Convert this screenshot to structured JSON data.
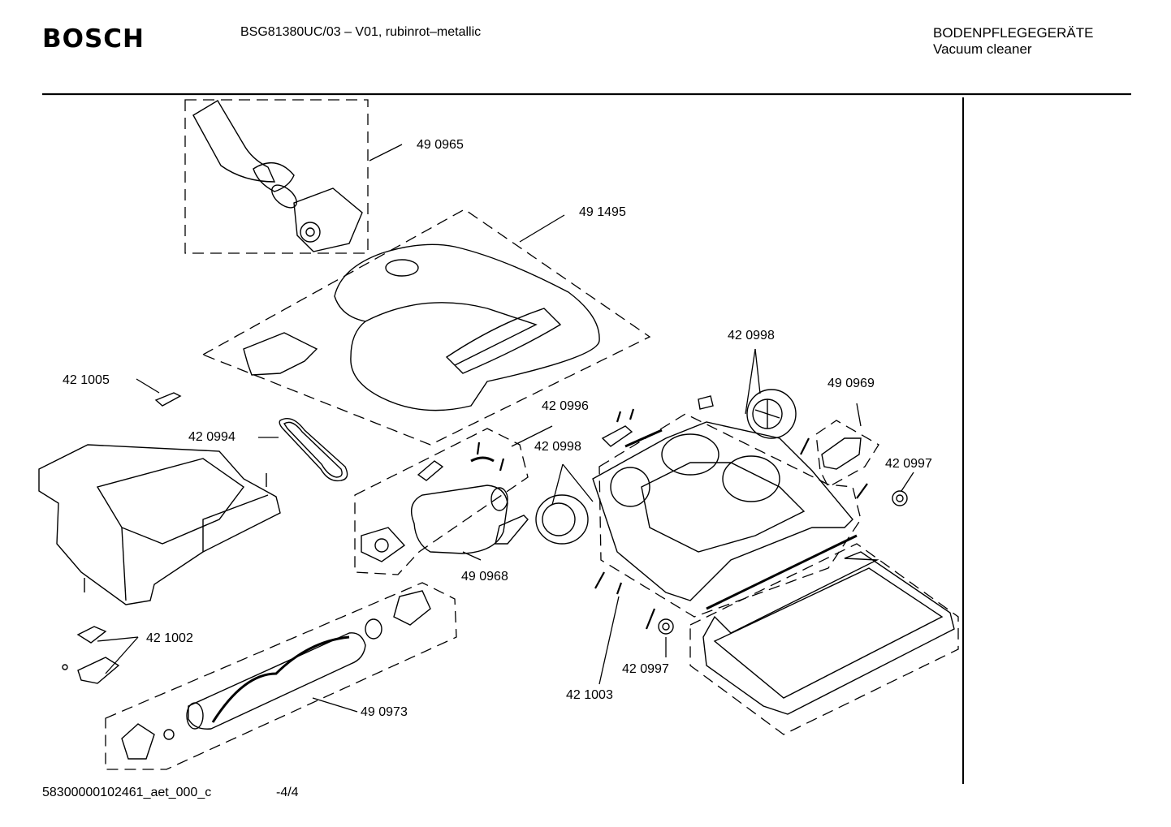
{
  "header": {
    "brand": "BOSCH",
    "model": "BSG81380UC/03 – V01, rubinrot–metallic",
    "category_de": "BODENPFLEGEGERÄTE",
    "category_en": "Vacuum cleaner"
  },
  "footer": {
    "document_id": "58300000102461_aet_000_c",
    "page": "-4/4"
  },
  "parts": [
    "49 0965",
    "49 1495",
    "42 0998",
    "49 0969",
    "42 1005",
    "42 0996",
    "42 0994",
    "42 0998",
    "42 0997",
    "49 0968",
    "42 1002",
    "42 0997",
    "42 1003",
    "49 0973"
  ]
}
